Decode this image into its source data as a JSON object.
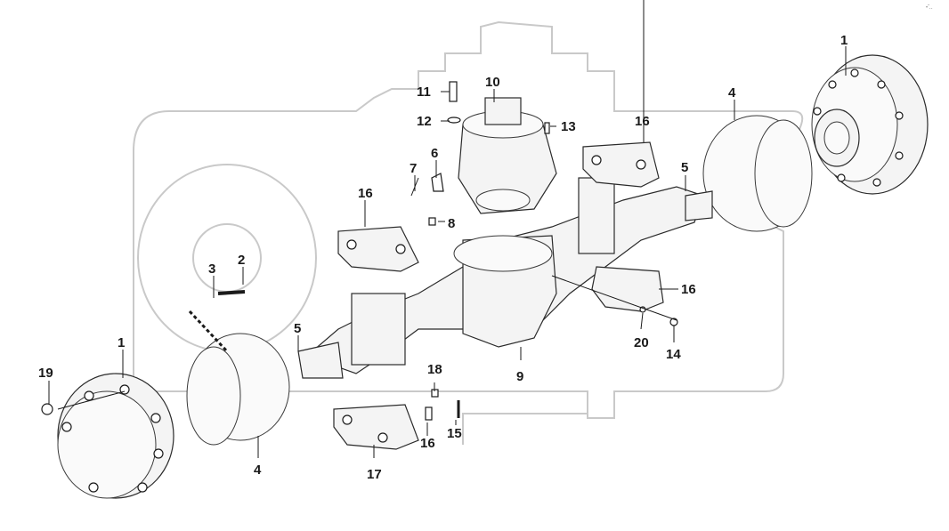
{
  "corner_mark": "•̃ ‥",
  "callouts": [
    {
      "id": "c1-right",
      "label": "1"
    },
    {
      "id": "c1-left",
      "label": "1"
    },
    {
      "id": "c2",
      "label": "2"
    },
    {
      "id": "c3",
      "label": "3"
    },
    {
      "id": "c4-right",
      "label": "4"
    },
    {
      "id": "c4-left",
      "label": "4"
    },
    {
      "id": "c5-right",
      "label": "5"
    },
    {
      "id": "c5-left",
      "label": "5"
    },
    {
      "id": "c6",
      "label": "6"
    },
    {
      "id": "c7",
      "label": "7"
    },
    {
      "id": "c8",
      "label": "8"
    },
    {
      "id": "c9",
      "label": "9"
    },
    {
      "id": "c10",
      "label": "10"
    },
    {
      "id": "c11",
      "label": "11"
    },
    {
      "id": "c12",
      "label": "12"
    },
    {
      "id": "c13",
      "label": "13"
    },
    {
      "id": "c14",
      "label": "14"
    },
    {
      "id": "c15",
      "label": "15"
    },
    {
      "id": "c16-top-right",
      "label": "16"
    },
    {
      "id": "c16-top-left",
      "label": "16"
    },
    {
      "id": "c16-right",
      "label": "16"
    },
    {
      "id": "c16-bottom",
      "label": "16"
    },
    {
      "id": "c17",
      "label": "17"
    },
    {
      "id": "c18",
      "label": "18"
    },
    {
      "id": "c19",
      "label": "19"
    },
    {
      "id": "c20",
      "label": "20"
    }
  ]
}
